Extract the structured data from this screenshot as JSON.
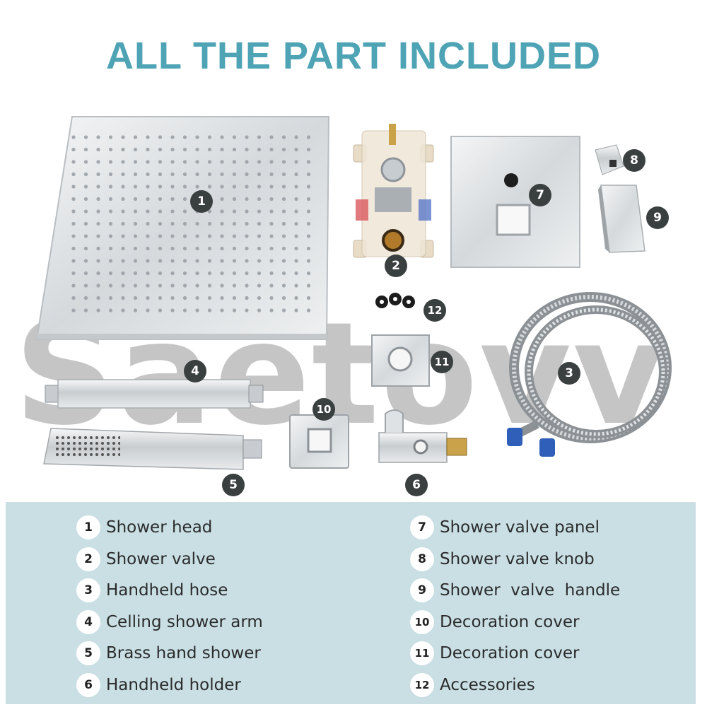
{
  "title": "ALL THE PART INCLUDED",
  "watermark": "Saetovv",
  "badges": [
    "1",
    "2",
    "3",
    "4",
    "5",
    "6",
    "7",
    "8",
    "9",
    "10",
    "11",
    "12"
  ],
  "legend": {
    "left": [
      {
        "num": "1",
        "label": "Shower head"
      },
      {
        "num": "2",
        "label": "Shower valve"
      },
      {
        "num": "3",
        "label": "Handheld hose"
      },
      {
        "num": "4",
        "label": "Celling shower arm"
      },
      {
        "num": "5",
        "label": "Brass hand shower"
      },
      {
        "num": "6",
        "label": "Handheld holder"
      }
    ],
    "right": [
      {
        "num": "7",
        "label": "Shower valve panel"
      },
      {
        "num": "8",
        "label": "Shower valve knob"
      },
      {
        "num": "9",
        "label": "Shower  valve  handle"
      },
      {
        "num": "10",
        "label": "Decoration cover"
      },
      {
        "num": "11",
        "label": "Decoration cover"
      },
      {
        "num": "12",
        "label": "Accessories"
      }
    ]
  },
  "colors": {
    "title": "#4ea3b5",
    "legend_bg": "#c9dfe4",
    "badge": "#3a3f3f",
    "chrome": "#d8dcdf"
  }
}
